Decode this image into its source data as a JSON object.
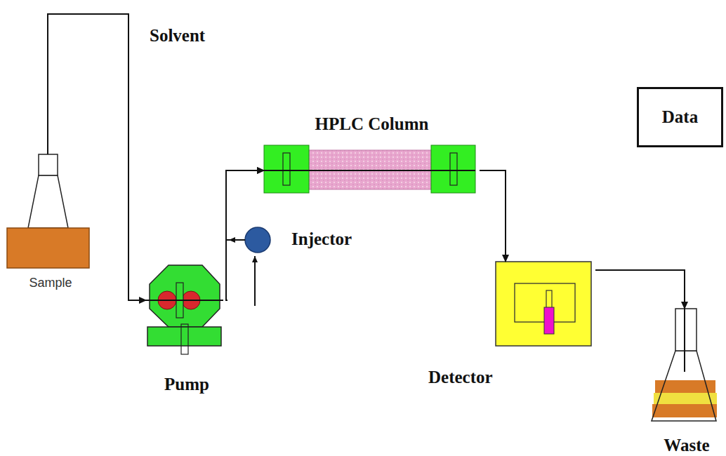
{
  "diagram": {
    "nodes": [
      {
        "text": [
          "Sample"
        ]
      },
      {
        "text": [
          "Pump"
        ]
      },
      {
        "text": [
          "Injector"
        ]
      },
      {
        "text": [
          "HPLC Column"
        ]
      },
      {
        "text": [
          "Detector"
        ]
      },
      {
        "text": [
          "Waste"
        ]
      },
      {
        "text": [
          "Data"
        ]
      }
    ],
    "edges": [
      {
        "from": 0,
        "to": 1,
        "arrow": "to"
      },
      {
        "from": 1,
        "to": 3,
        "arrow": "to"
      },
      {
        "from": 2,
        "to": 3,
        "arrow": "to"
      },
      {
        "from": 3,
        "to": 4,
        "arrow": "to"
      },
      {
        "from": 4,
        "to": 5,
        "arrow": "to"
      }
    ],
    "labels": [
      "Solvent"
    ]
  }
}
